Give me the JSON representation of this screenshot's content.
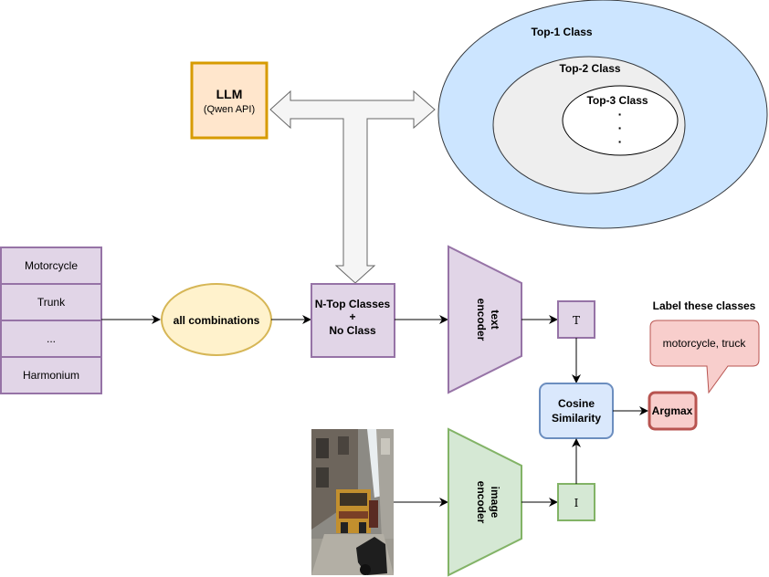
{
  "llm": {
    "title": "LLM",
    "subtitle": "(Qwen API)"
  },
  "classes": {
    "top1": "Top-1 Class",
    "top2": "Top-2 Class",
    "top3": "Top-3 Class",
    "dots": [
      "·",
      "·",
      "·"
    ]
  },
  "class_list": [
    "Motorcycle",
    "Trunk",
    "...",
    "Harmonium"
  ],
  "combinations": "all combinations",
  "ntop": {
    "line1": "N-Top Classes",
    "line2": "+",
    "line3": "No Class"
  },
  "text_encoder": {
    "line1": "text",
    "line2": "encoder"
  },
  "image_encoder": {
    "line1": "image",
    "line2": "encoder"
  },
  "t_token": "T",
  "i_token": "I",
  "cosine": {
    "line1": "Cosine",
    "line2": "Similarity"
  },
  "argmax": "Argmax",
  "label_heading": "Label these classes",
  "callout_text": "motorcycle, truck",
  "colors": {
    "purple_fill": "#e1d5e7",
    "purple_stroke": "#9673a6",
    "green_fill": "#d5e8d4",
    "green_stroke": "#82b366",
    "blue_fill": "#dae8fc",
    "blue_stroke": "#6c8ebf",
    "red_fill": "#f8cecc",
    "red_stroke": "#b85450",
    "yellow_fill": "#fff2cc",
    "yellow_stroke": "#d6b656",
    "orange_fill": "#ffe6cc",
    "orange_stroke": "#d79b00",
    "light_blue": "#cce5ff",
    "gray_fill": "#eeeeee",
    "gray_stroke": "#666666"
  }
}
